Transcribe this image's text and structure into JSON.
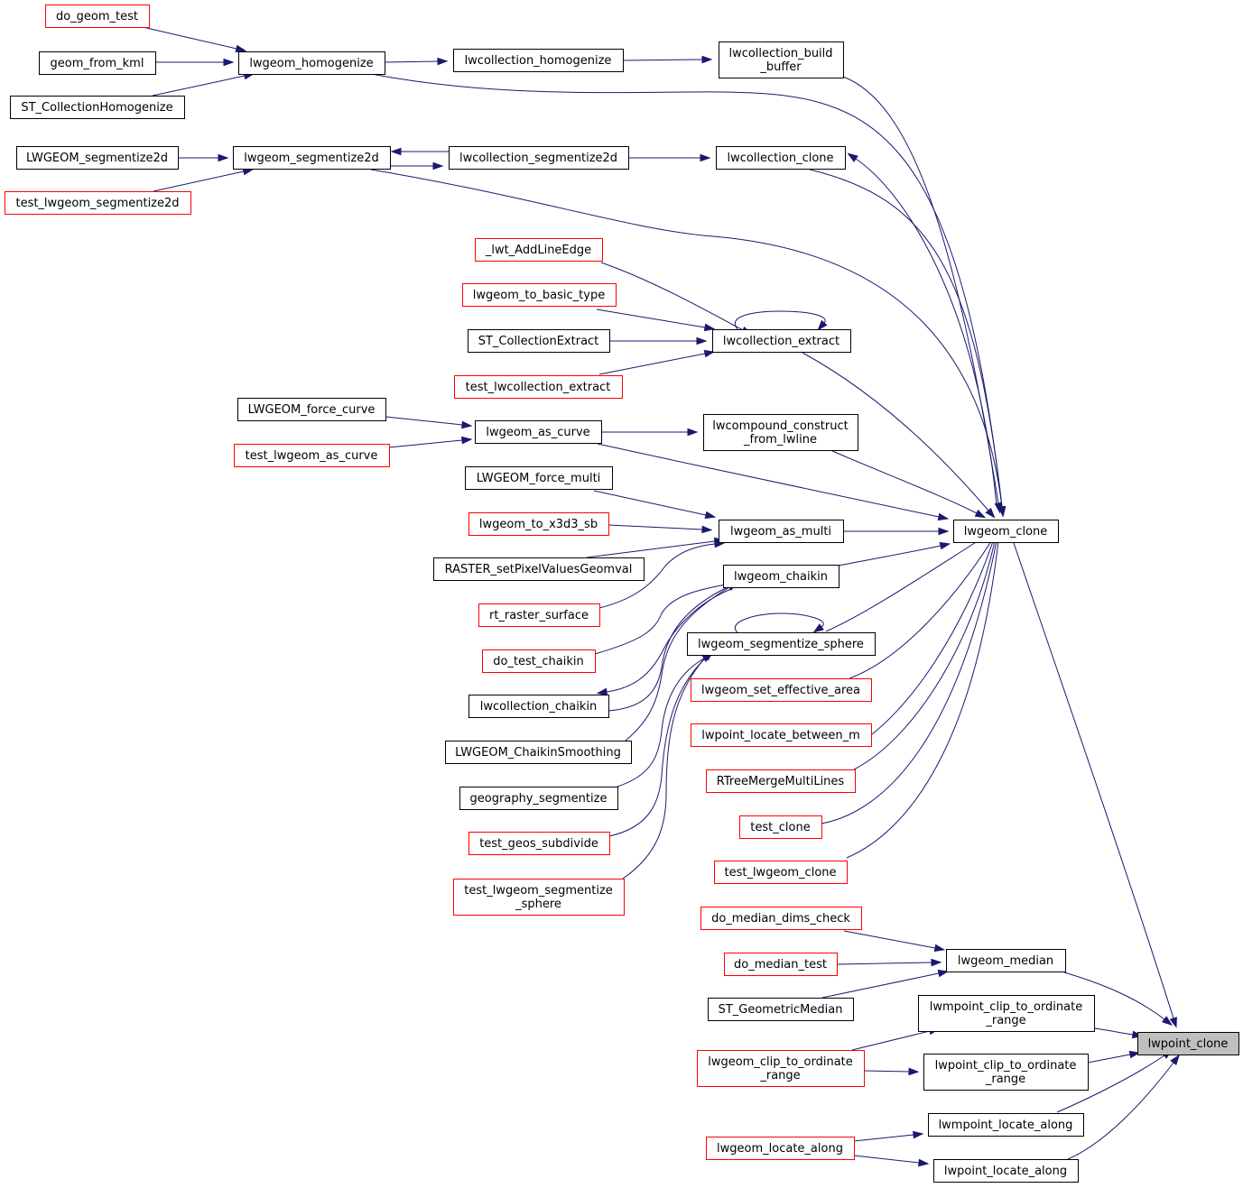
{
  "colors": {
    "edge": "#191970",
    "black_border": "#000000",
    "red_border": "#ff0000",
    "focus_fill": "#bfbfbf"
  },
  "nodes": {
    "lwpoint_clone": {
      "lines": [
        "lwpoint_clone"
      ],
      "border": "focus"
    },
    "lwgeom_clone": {
      "lines": [
        "lwgeom_clone"
      ],
      "border": "black"
    },
    "lwgeom_median": {
      "lines": [
        "lwgeom_median"
      ],
      "border": "black"
    },
    "lwmpoint_clip_to_ordinate_range": {
      "lines": [
        "lwmpoint_clip_to_ordinate",
        "_range"
      ],
      "border": "black"
    },
    "lwpoint_clip_to_ordinate_range": {
      "lines": [
        "lwpoint_clip_to_ordinate",
        "_range"
      ],
      "border": "black"
    },
    "lwmpoint_locate_along": {
      "lines": [
        "lwmpoint_locate_along"
      ],
      "border": "black"
    },
    "lwpoint_locate_along": {
      "lines": [
        "lwpoint_locate_along"
      ],
      "border": "black"
    },
    "lwcollection_build_buffer": {
      "lines": [
        "lwcollection_build",
        "_buffer"
      ],
      "border": "black"
    },
    "lwcollection_homogenize": {
      "lines": [
        "lwcollection_homogenize"
      ],
      "border": "black"
    },
    "lwgeom_homogenize": {
      "lines": [
        "lwgeom_homogenize"
      ],
      "border": "black"
    },
    "do_geom_test": {
      "lines": [
        "do_geom_test"
      ],
      "border": "red"
    },
    "geom_from_kml": {
      "lines": [
        "geom_from_kml"
      ],
      "border": "black"
    },
    "ST_CollectionHomogenize": {
      "lines": [
        "ST_CollectionHomogenize"
      ],
      "border": "black"
    },
    "lwcollection_clone": {
      "lines": [
        "lwcollection_clone"
      ],
      "border": "black"
    },
    "lwcollection_segmentize2d": {
      "lines": [
        "lwcollection_segmentize2d"
      ],
      "border": "black"
    },
    "lwgeom_segmentize2d": {
      "lines": [
        "lwgeom_segmentize2d"
      ],
      "border": "black"
    },
    "LWGEOM_segmentize2d": {
      "lines": [
        "LWGEOM_segmentize2d"
      ],
      "border": "black"
    },
    "test_lwgeom_segmentize2d": {
      "lines": [
        "test_lwgeom_segmentize2d"
      ],
      "border": "red"
    },
    "_lwt_AddLineEdge": {
      "lines": [
        "_lwt_AddLineEdge"
      ],
      "border": "red"
    },
    "lwgeom_to_basic_type": {
      "lines": [
        "lwgeom_to_basic_type"
      ],
      "border": "red"
    },
    "ST_CollectionExtract": {
      "lines": [
        "ST_CollectionExtract"
      ],
      "border": "black"
    },
    "test_lwcollection_extract": {
      "lines": [
        "test_lwcollection_extract"
      ],
      "border": "red"
    },
    "lwcollection_extract": {
      "lines": [
        "lwcollection_extract"
      ],
      "border": "black"
    },
    "LWGEOM_force_curve": {
      "lines": [
        "LWGEOM_force_curve"
      ],
      "border": "black"
    },
    "test_lwgeom_as_curve": {
      "lines": [
        "test_lwgeom_as_curve"
      ],
      "border": "red"
    },
    "lwgeom_as_curve": {
      "lines": [
        "lwgeom_as_curve"
      ],
      "border": "black"
    },
    "lwcompound_construct_from_lwline": {
      "lines": [
        "lwcompound_construct",
        "_from_lwline"
      ],
      "border": "black"
    },
    "LWGEOM_force_multi": {
      "lines": [
        "LWGEOM_force_multi"
      ],
      "border": "black"
    },
    "lwgeom_to_x3d3_sb": {
      "lines": [
        "lwgeom_to_x3d3_sb"
      ],
      "border": "red"
    },
    "RASTER_setPixelValuesGeomval": {
      "lines": [
        "RASTER_setPixelValuesGeomval"
      ],
      "border": "black"
    },
    "lwgeom_as_multi": {
      "lines": [
        "lwgeom_as_multi"
      ],
      "border": "black"
    },
    "rt_raster_surface": {
      "lines": [
        "rt_raster_surface"
      ],
      "border": "red"
    },
    "lwgeom_chaikin": {
      "lines": [
        "lwgeom_chaikin"
      ],
      "border": "black"
    },
    "do_test_chaikin": {
      "lines": [
        "do_test_chaikin"
      ],
      "border": "red"
    },
    "lwcollection_chaikin": {
      "lines": [
        "lwcollection_chaikin"
      ],
      "border": "black"
    },
    "LWGEOM_ChaikinSmoothing": {
      "lines": [
        "LWGEOM_ChaikinSmoothing"
      ],
      "border": "black"
    },
    "lwgeom_segmentize_sphere": {
      "lines": [
        "lwgeom_segmentize_sphere"
      ],
      "border": "black"
    },
    "geography_segmentize": {
      "lines": [
        "geography_segmentize"
      ],
      "border": "black"
    },
    "test_geos_subdivide": {
      "lines": [
        "test_geos_subdivide"
      ],
      "border": "red"
    },
    "test_lwgeom_segmentize_sphere": {
      "lines": [
        "test_lwgeom_segmentize",
        "_sphere"
      ],
      "border": "red"
    },
    "lwgeom_set_effective_area": {
      "lines": [
        "lwgeom_set_effective_area"
      ],
      "border": "red"
    },
    "lwpoint_locate_between_m": {
      "lines": [
        "lwpoint_locate_between_m"
      ],
      "border": "red"
    },
    "RTreeMergeMultiLines": {
      "lines": [
        "RTreeMergeMultiLines"
      ],
      "border": "red"
    },
    "test_clone": {
      "lines": [
        "test_clone"
      ],
      "border": "red"
    },
    "test_lwgeom_clone": {
      "lines": [
        "test_lwgeom_clone"
      ],
      "border": "red"
    },
    "do_median_dims_check": {
      "lines": [
        "do_median_dims_check"
      ],
      "border": "red"
    },
    "do_median_test": {
      "lines": [
        "do_median_test"
      ],
      "border": "red"
    },
    "ST_GeometricMedian": {
      "lines": [
        "ST_GeometricMedian"
      ],
      "border": "black"
    },
    "lwgeom_clip_to_ordinate_range": {
      "lines": [
        "lwgeom_clip_to_ordinate",
        "_range"
      ],
      "border": "red"
    },
    "lwgeom_locate_along": {
      "lines": [
        "lwgeom_locate_along"
      ],
      "border": "red"
    }
  },
  "edges": [
    [
      "lwgeom_clone",
      "lwpoint_clone"
    ],
    [
      "lwgeom_median",
      "lwpoint_clone"
    ],
    [
      "lwmpoint_clip_to_ordinate_range",
      "lwpoint_clone"
    ],
    [
      "lwpoint_clip_to_ordinate_range",
      "lwpoint_clone"
    ],
    [
      "lwmpoint_locate_along",
      "lwpoint_clone"
    ],
    [
      "lwpoint_locate_along",
      "lwpoint_clone"
    ],
    [
      "lwcollection_build_buffer",
      "lwgeom_clone"
    ],
    [
      "lwcollection_homogenize",
      "lwcollection_build_buffer"
    ],
    [
      "lwgeom_homogenize",
      "lwcollection_homogenize"
    ],
    [
      "do_geom_test",
      "lwgeom_homogenize"
    ],
    [
      "geom_from_kml",
      "lwgeom_homogenize"
    ],
    [
      "ST_CollectionHomogenize",
      "lwgeom_homogenize"
    ],
    [
      "lwgeom_homogenize",
      "lwgeom_clone"
    ],
    [
      "lwcollection_clone",
      "lwgeom_clone"
    ],
    [
      "lwgeom_clone",
      "lwcollection_clone"
    ],
    [
      "lwcollection_segmentize2d",
      "lwcollection_clone"
    ],
    [
      "lwcollection_segmentize2d",
      "lwgeom_segmentize2d"
    ],
    [
      "lwgeom_segmentize2d",
      "lwcollection_segmentize2d"
    ],
    [
      "LWGEOM_segmentize2d",
      "lwgeom_segmentize2d"
    ],
    [
      "test_lwgeom_segmentize2d",
      "lwgeom_segmentize2d"
    ],
    [
      "lwgeom_segmentize2d",
      "lwgeom_clone"
    ],
    [
      "_lwt_AddLineEdge",
      "lwcollection_extract"
    ],
    [
      "lwgeom_to_basic_type",
      "lwcollection_extract"
    ],
    [
      "ST_CollectionExtract",
      "lwcollection_extract"
    ],
    [
      "test_lwcollection_extract",
      "lwcollection_extract"
    ],
    [
      "lwcollection_extract",
      "lwcollection_extract"
    ],
    [
      "lwcollection_extract",
      "lwgeom_clone"
    ],
    [
      "LWGEOM_force_curve",
      "lwgeom_as_curve"
    ],
    [
      "test_lwgeom_as_curve",
      "lwgeom_as_curve"
    ],
    [
      "lwgeom_as_curve",
      "lwcompound_construct_from_lwline"
    ],
    [
      "lwgeom_as_curve",
      "lwgeom_clone"
    ],
    [
      "lwcompound_construct_from_lwline",
      "lwgeom_clone"
    ],
    [
      "LWGEOM_force_multi",
      "lwgeom_as_multi"
    ],
    [
      "lwgeom_to_x3d3_sb",
      "lwgeom_as_multi"
    ],
    [
      "RASTER_setPixelValuesGeomval",
      "lwgeom_as_multi"
    ],
    [
      "rt_raster_surface",
      "lwgeom_as_multi"
    ],
    [
      "lwgeom_as_multi",
      "lwgeom_clone"
    ],
    [
      "lwgeom_chaikin",
      "lwgeom_clone"
    ],
    [
      "lwgeom_chaikin",
      "lwcollection_chaikin"
    ],
    [
      "do_test_chaikin",
      "lwgeom_chaikin"
    ],
    [
      "lwcollection_chaikin",
      "lwgeom_chaikin"
    ],
    [
      "LWGEOM_ChaikinSmoothing",
      "lwgeom_chaikin"
    ],
    [
      "lwgeom_segmentize_sphere",
      "lwgeom_segmentize_sphere"
    ],
    [
      "lwgeom_segmentize_sphere",
      "lwgeom_clone"
    ],
    [
      "geography_segmentize",
      "lwgeom_segmentize_sphere"
    ],
    [
      "test_geos_subdivide",
      "lwgeom_segmentize_sphere"
    ],
    [
      "test_lwgeom_segmentize_sphere",
      "lwgeom_segmentize_sphere"
    ],
    [
      "lwgeom_set_effective_area",
      "lwgeom_clone"
    ],
    [
      "lwpoint_locate_between_m",
      "lwgeom_clone"
    ],
    [
      "RTreeMergeMultiLines",
      "lwgeom_clone"
    ],
    [
      "test_clone",
      "lwgeom_clone"
    ],
    [
      "test_lwgeom_clone",
      "lwgeom_clone"
    ],
    [
      "do_median_dims_check",
      "lwgeom_median"
    ],
    [
      "do_median_test",
      "lwgeom_median"
    ],
    [
      "ST_GeometricMedian",
      "lwgeom_median"
    ],
    [
      "lwgeom_clip_to_ordinate_range",
      "lwmpoint_clip_to_ordinate_range"
    ],
    [
      "lwgeom_clip_to_ordinate_range",
      "lwpoint_clip_to_ordinate_range"
    ],
    [
      "lwgeom_locate_along",
      "lwmpoint_locate_along"
    ],
    [
      "lwgeom_locate_along",
      "lwpoint_locate_along"
    ]
  ]
}
